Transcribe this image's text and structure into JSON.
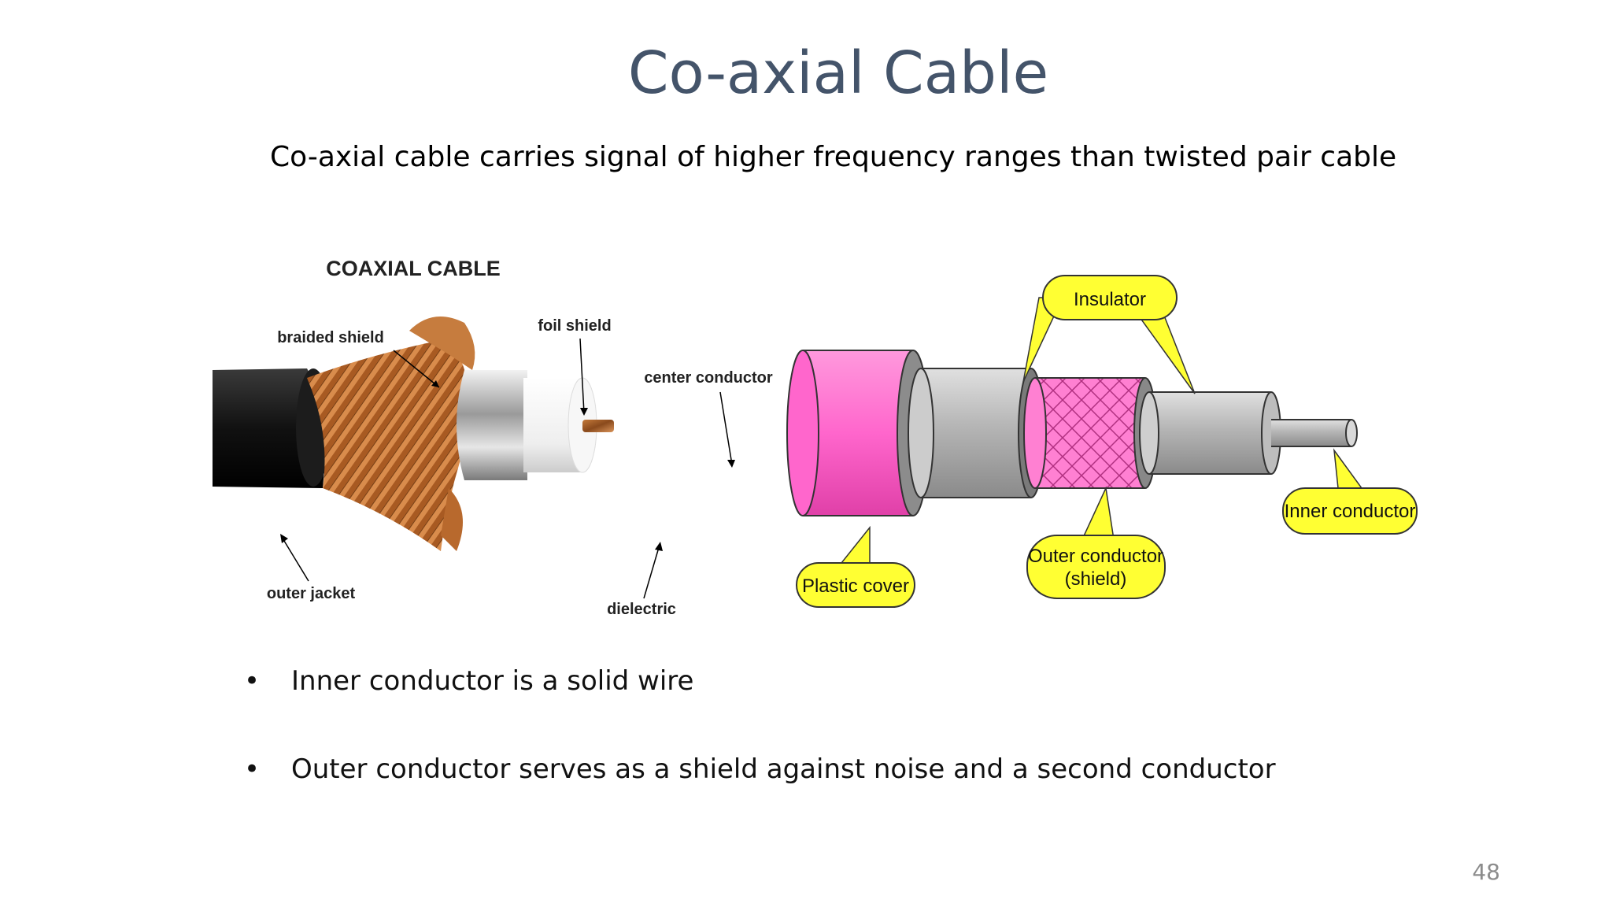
{
  "slide": {
    "title": "Co-axial Cable",
    "subtitle": "Co-axial cable carries signal of higher frequency ranges than twisted pair cable",
    "page_number": "48"
  },
  "figure_left": {
    "heading": "COAXIAL CABLE",
    "labels": {
      "braided_shield": "braided shield",
      "foil_shield": "foil shield",
      "center_conductor": "center conductor",
      "outer_jacket": "outer jacket",
      "dielectric": "dielectric"
    }
  },
  "figure_right": {
    "labels": {
      "insulator": "Insulator",
      "inner_conductor": "Inner conductor",
      "outer_conductor_line1": "Outer conductor",
      "outer_conductor_line2": "(shield)",
      "plastic_cover": "Plastic cover"
    },
    "colors": {
      "callout_fill": "#ffff33",
      "jacket_pink": "#ff66cc",
      "metal_gray": "#b3b3b3"
    }
  },
  "bullets": [
    "Inner conductor is a solid wire",
    "Outer conductor serves  as a shield against noise and a second conductor"
  ]
}
